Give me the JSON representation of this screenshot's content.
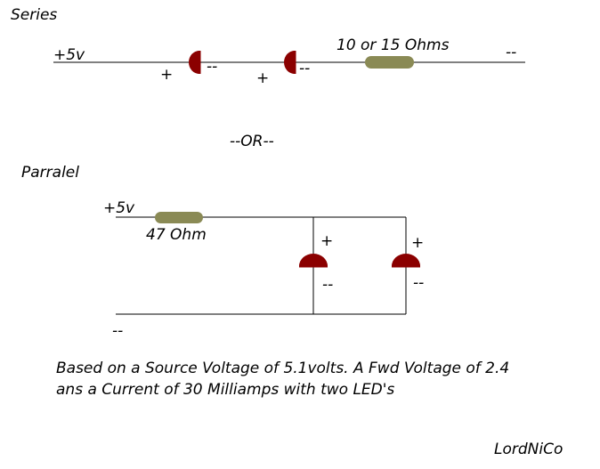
{
  "colors": {
    "wire": "#000000",
    "led": "#8b0000",
    "resistor": "#8a8a55",
    "background": "#ffffff"
  },
  "series": {
    "title": "Series",
    "supply_label": "+5v",
    "led1_plus": "+",
    "led1_minus": "--",
    "led2_plus": "+",
    "led2_minus": "--",
    "resistor_label": "10 or 15 Ohms",
    "end_label": "--"
  },
  "or_label": "--OR--",
  "parallel": {
    "title": "Parralel",
    "supply_label": "+5v",
    "resistor_label": "47 Ohm",
    "led1_plus": "+",
    "led1_minus": "--",
    "led2_plus": "+",
    "led2_minus": "--",
    "ground_label": "--"
  },
  "note": "Based on a Source Voltage of 5.1volts. A Fwd Voltage of 2.4 ans a Current of 30 Milliamps with two LED's",
  "signature": "LordNiCo"
}
